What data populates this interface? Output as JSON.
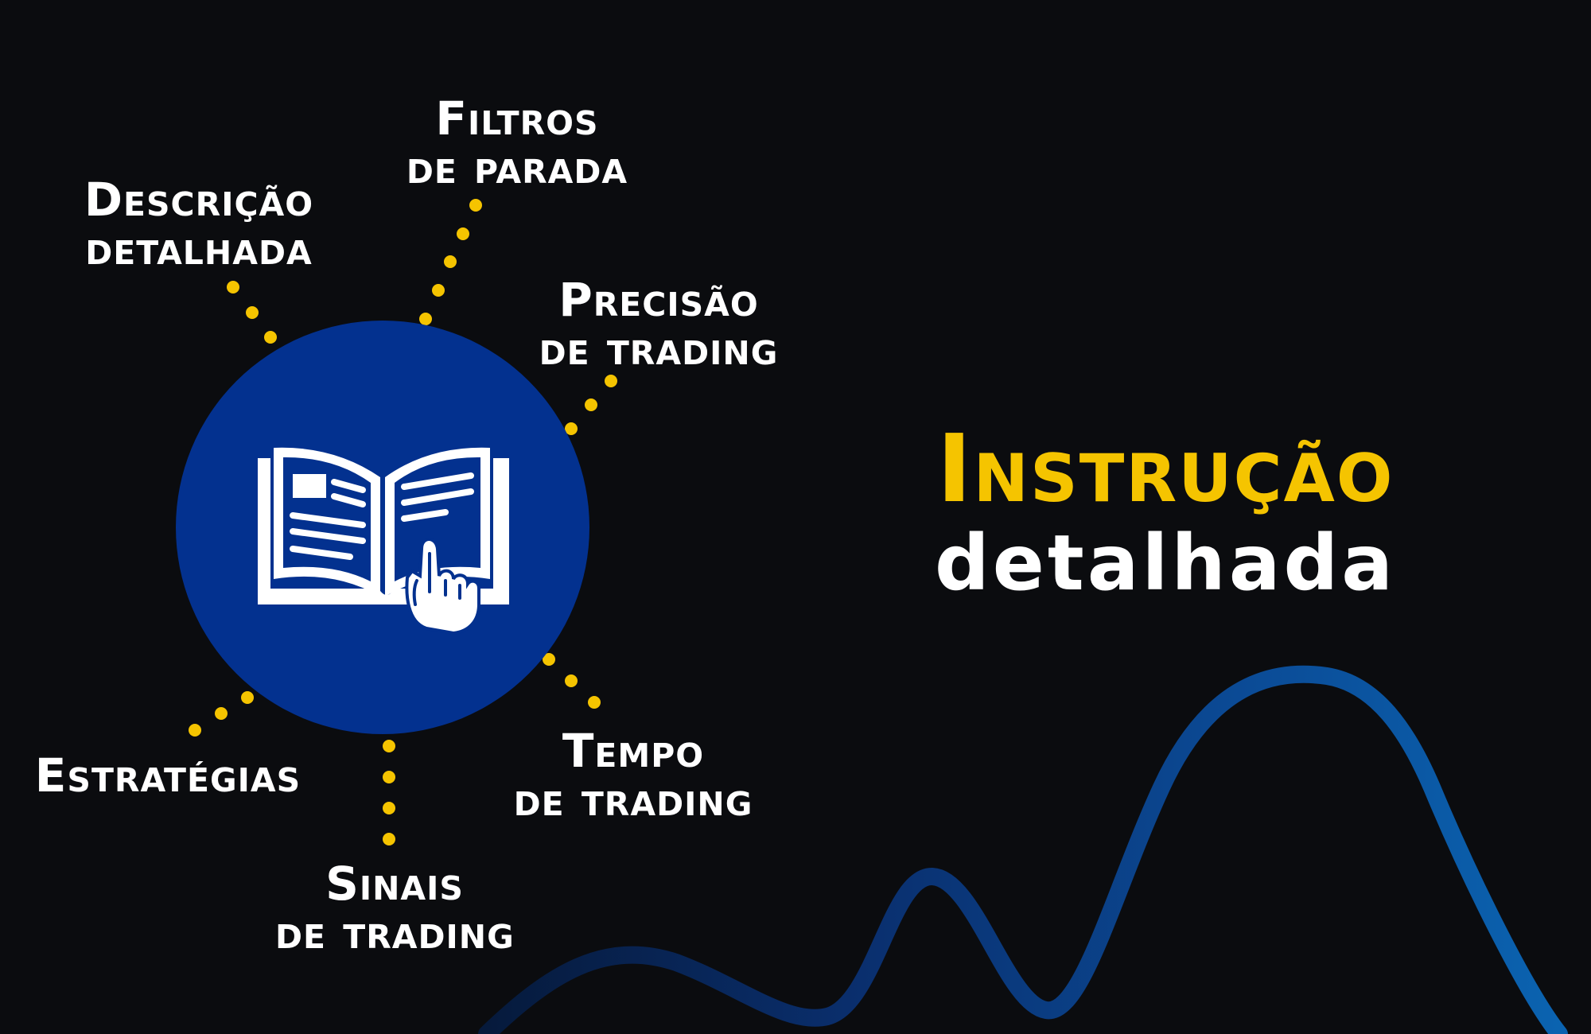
{
  "center_icon": "book-with-pointing-hand-icon",
  "colors": {
    "background": "#0b0c0f",
    "circle": "#03318f",
    "dots": "#f5c400",
    "title_accent": "#f5c400",
    "text": "#ffffff",
    "wave": "#0a4f9a"
  },
  "features": {
    "descricao": {
      "line1": "Descrição",
      "line2": "detalhada"
    },
    "filtros": {
      "line1": "Filtros",
      "line2": "de parada"
    },
    "precisao": {
      "line1": "Precisão",
      "line2": "de trading"
    },
    "tempo": {
      "line1": "Tempo",
      "line2": "de trading"
    },
    "sinais": {
      "line1": "Sinais",
      "line2": "de trading"
    },
    "estrategias": {
      "line1": "Estratégias"
    }
  },
  "title": {
    "line1": "Instrução",
    "line2": "detalhada"
  }
}
